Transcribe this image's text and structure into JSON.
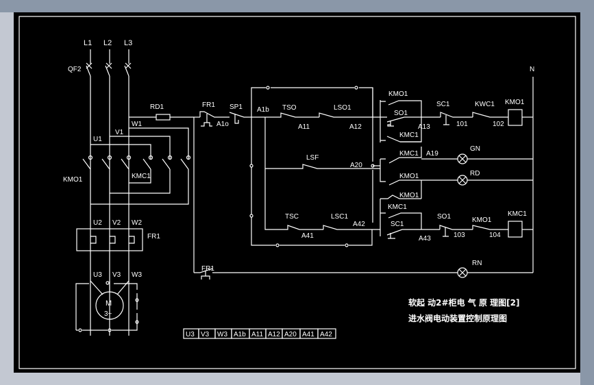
{
  "window": {
    "background_color": "#000000",
    "line_color": "#ffffff",
    "chrome_color": "#8a97a8"
  },
  "power": {
    "phases": [
      "L1",
      "L2",
      "L3"
    ],
    "breaker": "QF2",
    "neutral": "N",
    "fuse": "RD1",
    "nodes_1": [
      "U1",
      "V1",
      "W1"
    ],
    "main_contactor": "KMO1",
    "reverse_contactor": "KMC1",
    "nodes_2": [
      "U2",
      "V2",
      "W2"
    ],
    "thermal_relay": "FR1",
    "nodes_3": [
      "U3",
      "V3",
      "W3"
    ],
    "motor_label": "M",
    "motor_phase": "3~"
  },
  "control": {
    "fr1": "FR1",
    "a1o": "A1o",
    "sp1": "SP1",
    "a1b": "A1b",
    "tso": "TSO",
    "a11": "A11",
    "lso1": "LSO1",
    "a12": "A12",
    "kmo1_hold": "KMO1",
    "so1": "SO1",
    "a13": "A13",
    "kmc1_aux": "KMC1",
    "sc1": "SC1",
    "n101": "101",
    "kmc1_il": "KWC1",
    "n102": "102",
    "coil_kmo1": "KMO1",
    "lsf": "LSF",
    "a20": "A20",
    "kmc1_gn": "KMC1",
    "a19": "A19",
    "gn": "GN",
    "kmo1_rd": "KMO1",
    "rd": "RD",
    "kmo1_nc": "KMO1",
    "kmc1_hold": "KMC1",
    "tsc": "TSC",
    "a41": "A41",
    "lsc1": "LSC1",
    "a42": "A42",
    "sc1_b": "SC1",
    "a43": "A43",
    "so1_b": "SO1",
    "n103": "103",
    "kmo1_il": "KMO1",
    "n104": "104",
    "coil_kmc1": "KMC1",
    "fr1_b": "FR1",
    "rn": "RN"
  },
  "terminal_strip": [
    "U3",
    "V3",
    "W3",
    "A1b",
    "A11",
    "A12",
    "A20",
    "A41",
    "A42"
  ],
  "title_block": {
    "line1": "软起 动2#柜电 气 原 理图[2]",
    "line2": "进水阀电动装置控制原理图"
  }
}
